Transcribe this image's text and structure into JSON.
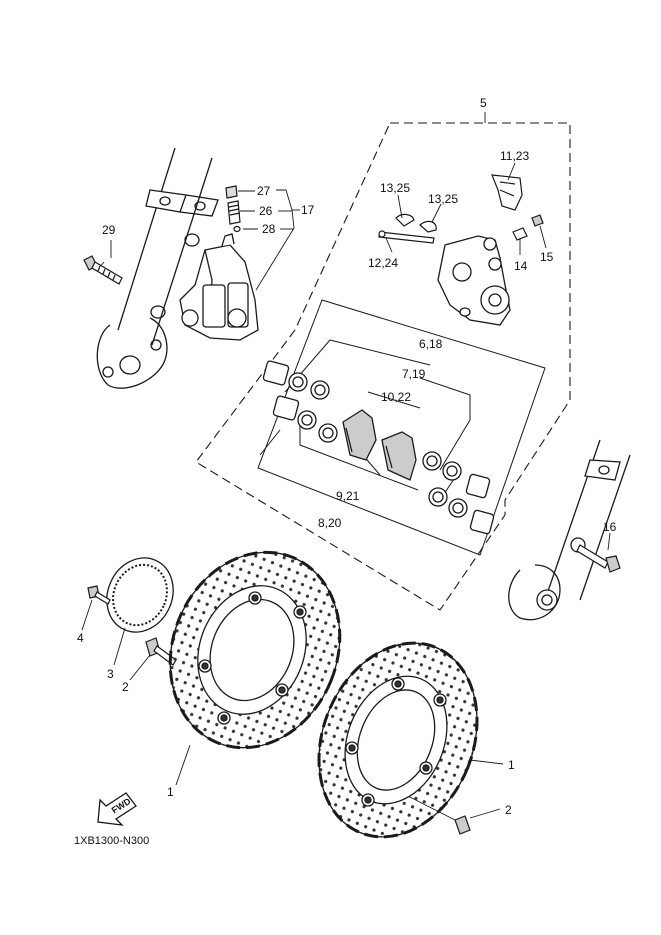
{
  "diagram": {
    "code": "1XB1300-N300",
    "fwd_label": "FWD",
    "callouts": {
      "c1a": "1",
      "c1b": "1",
      "c2a": "2",
      "c2b": "2",
      "c3": "3",
      "c4": "4",
      "c5": "5",
      "c6_18": "6,18",
      "c7_19": "7,19",
      "c8_20": "8,20",
      "c9_21": "9,21",
      "c10_22": "10,22",
      "c11_23": "11,23",
      "c12_24": "12,24",
      "c13_25a": "13,25",
      "c13_25b": "13,25",
      "c14": "14",
      "c15": "15",
      "c16": "16",
      "c17": "17",
      "c26": "26",
      "c27": "27",
      "c28": "28",
      "c29": "29"
    }
  },
  "colors": {
    "line": "#1a1a1a",
    "background": "#ffffff"
  }
}
